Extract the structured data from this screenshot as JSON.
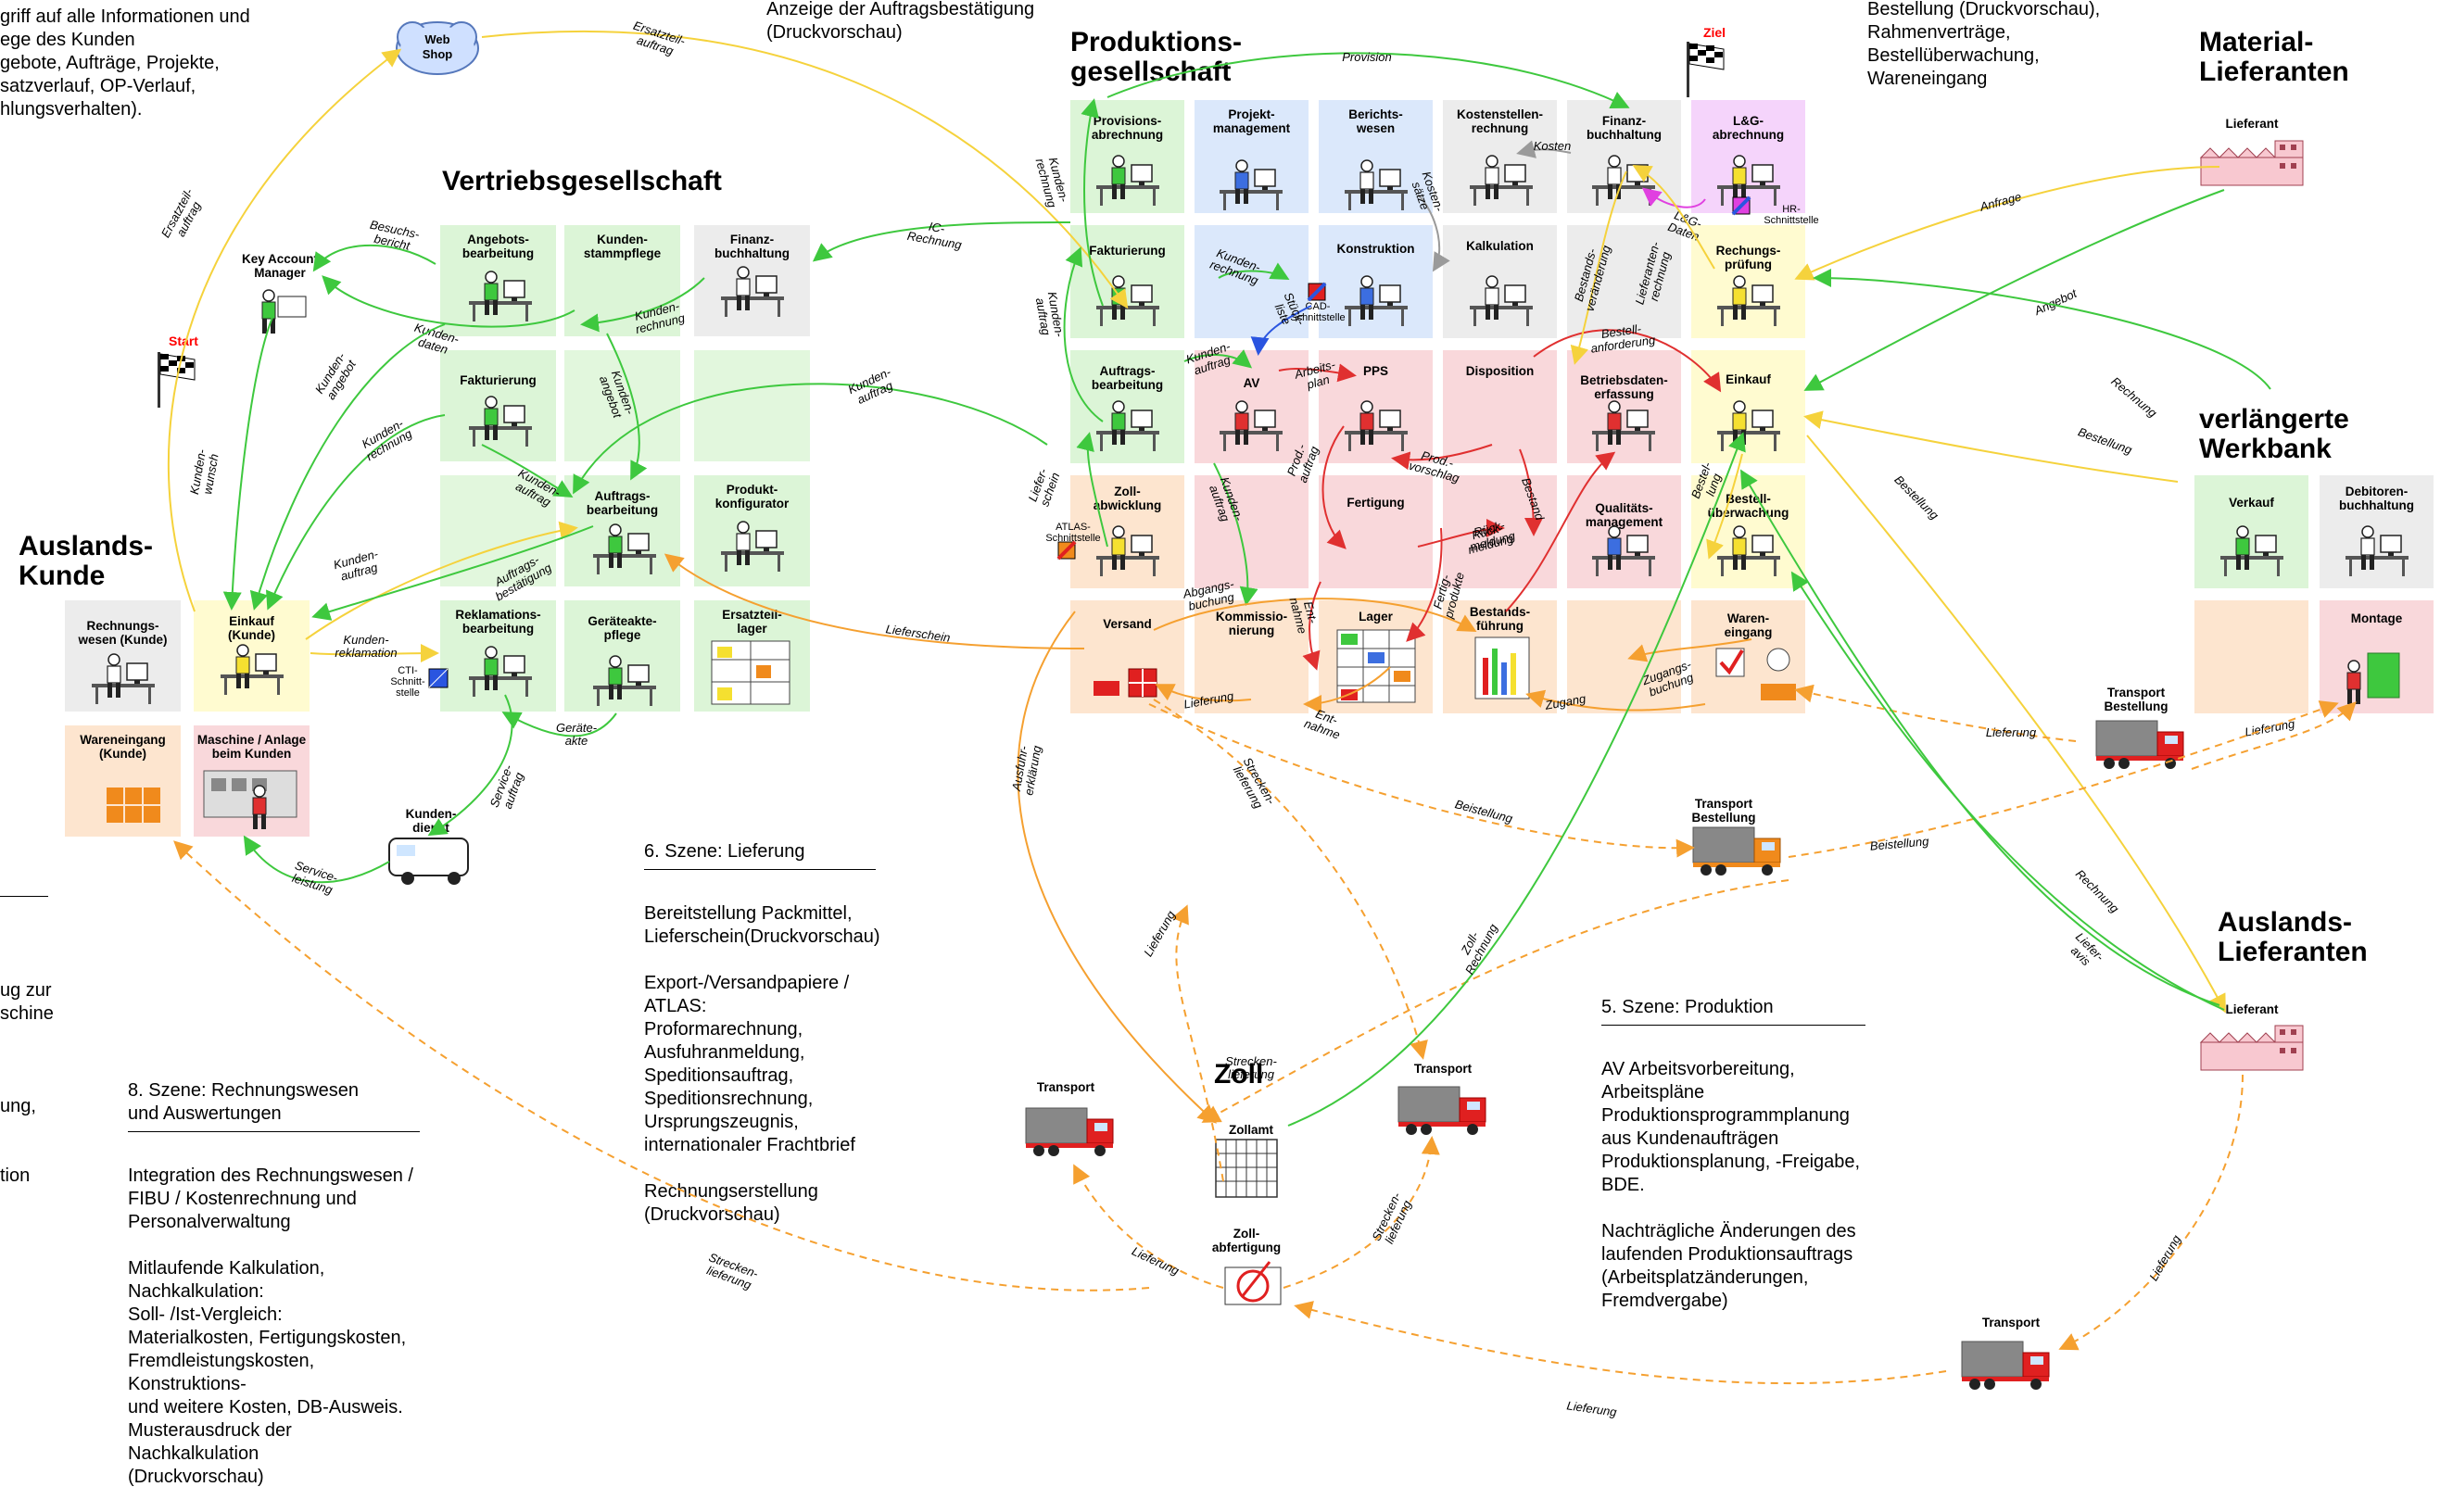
{
  "colors": {
    "green_arrow": "#3ec83e",
    "yellow_arrow": "#f5d23c",
    "orange_arrow": "#f5a030",
    "red_arrow": "#e03030",
    "grey_arrow": "#9a9a9a",
    "blue_arrow": "#2a55e0",
    "magenta_arrow": "#e040e0",
    "start_red": "#ff0000"
  },
  "groups": {
    "vertrieb": "Vertriebsgesellschaft",
    "produktion": "Produktions-\ngesellschaft",
    "material": "Material-\nLieferanten",
    "werkbank": "verlängerte\nWerkbank",
    "auslandskunde": "Auslands-\nKunde",
    "auslandslieferanten": "Auslands-\nLieferanten",
    "zoll": "Zoll"
  },
  "notes": {
    "top_left": "griff auf alle Informationen und\nege des Kunden\ngebote, Aufträge, Projekte,\nsatzverlauf, OP-Verlauf,\nhlungsverhalten).",
    "top_mid": "Anzeige der Auftragsbestätigung\n(Druckvorschau)",
    "top_right": "Bestellung (Druckvorschau),\nRahmenverträge,\nBestellüberwachung,\nWareneingang",
    "left_fragment": "ug zur\nschine\n\n\n\nung,\n\n\ntion",
    "szene6_title": "6. Szene: Lieferung",
    "szene6_body": "Bereitstellung Packmittel,\nLieferschein(Druckvorschau)\n\nExport-/Versandpapiere / ATLAS:\nProformarechnung,\nAusfuhranmeldung,\nSpeditionsauftrag,\nSpeditionsrechnung,\nUrsprungszeugnis,\ninternationaler Frachtbrief\n\nRechnungserstellung\n(Druckvorschau)",
    "szene8_title": "8. Szene: Rechnungswesen\nund Auswertungen",
    "szene8_body": "Integration des Rechnungswesen /\nFIBU / Kostenrechnung und\nPersonalverwaltung\n\nMitlaufende Kalkulation,\nNachkalkulation:\nSoll- /Ist-Vergleich:\nMaterialkosten, Fertigungskosten,\nFremdleistungskosten, Konstruktions-\nund weitere Kosten, DB-Ausweis.\nMusterausdruck der Nachkalkulation\n(Druckvorschau)",
    "szene5_title": "5. Szene: Produktion",
    "szene5_body": "AV Arbeitsvorbereitung,\nArbeitspläne\nProduktionsprogrammplanung\naus Kundenaufträgen\nProduktionsplanung, -Freigabe,\nBDE.\n\nNachträgliche Änderungen des\nlaufenden Produktionsauftrags\n(Arbeitsplatzänderungen,\nFremdvergabe)"
  },
  "markers": {
    "start": "Start",
    "ziel": "Ziel"
  },
  "tiles": {
    "angebot": "Angebots-\nbearbeitung",
    "kundenstamm": "Kunden-\nstammpflege",
    "fibu_v": "Finanz-\nbuchhaltung",
    "fakt_v": "Fakturierung",
    "auftrag_v": "Auftrags-\nbearbeitung",
    "produktkonf": "Produkt-\nkonfigurator",
    "reklamation": "Reklamations-\nbearbeitung",
    "geraeteakte": "Geräteakte-\npflege",
    "ersatzteil": "Ersatzteil-\nlager",
    "rechnungswesen_k": "Rechnungs-\nwesen (Kunde)",
    "einkauf_k": "Einkauf\n(Kunde)",
    "wareneingang_k": "Wareneingang\n(Kunde)",
    "maschine_k": "Maschine / Anlage\nbeim Kunden",
    "provision": "Provisions-\nabrechnung",
    "projekt": "Projekt-\nmanagement",
    "bericht": "Berichts-\nwesen",
    "kostenstellen": "Kostenstellen-\nrechnung",
    "fibu_p": "Finanz-\nbuchhaltung",
    "lg": "L&G-\nabrechnung",
    "fakt_p": "Fakturierung",
    "konstruktion": "Konstruktion",
    "kalkulation": "Kalkulation",
    "rechpruef": "Rechungs-\nprüfung",
    "auftrag_p": "Auftrags-\nbearbeitung",
    "av": "AV",
    "pps": "PPS",
    "dispo": "Disposition",
    "bde": "Betriebsdaten-\nerfassung",
    "einkauf_p": "Einkauf",
    "zoll_abw": "Zoll-\nabwicklung",
    "fertigung": "Fertigung",
    "qm": "Qualitäts-\nmanagement",
    "bestell": "Bestell-\nüberwachung",
    "versand": "Versand",
    "kommission": "Kommissio-\nnierung",
    "lager": "Lager",
    "bestandsf": "Bestands-\nführung",
    "wareneingang_p": "Waren-\neingang",
    "verkauf_w": "Verkauf",
    "debitoren_w": "Debitoren-\nbuchhaltung",
    "montage_w": "Montage"
  },
  "free_labels": {
    "kam": "Key Account\nManager",
    "webshop": "Web\nShop",
    "kundendienst": "Kunden-\ndienst",
    "cti": "CTI-\nSchnitt-\nstelle",
    "cad": "CAD-\nSchnittstelle",
    "atlas": "ATLAS-\nSchnittstelle",
    "hr": "HR-\nSchnittstelle",
    "lieferant_m": "Lieferant",
    "lieferant_a": "Lieferant",
    "transport_best1": "Transport\nBestellung",
    "transport_best2": "Transport\nBestellung",
    "transport_l": "Transport",
    "transport_m": "Transport",
    "transport_r": "Transport",
    "zollamt": "Zollamt",
    "zollabf": "Zoll-\nabfertigung"
  },
  "arrow_labels": {
    "ersatzteilauftrag": "Ersatzteil-\nauftrag",
    "ersatzteilauftrag2": "Ersatzteil-\nauftrag",
    "besuchsbericht": "Besuchs-\nbericht",
    "kundendaten": "Kunden-\ndaten",
    "kundenrechnung_v": "Kunden-\nrechnung",
    "kundenangebot": "Kunden-\nangebot",
    "kundenangebot2": "Kunden-\nangebot",
    "kundenrechnung2": "Kunden-\nrechnung",
    "kundenwunsch": "Kunden-\nwunsch",
    "kundenauftrag_a": "Kunden-\nauftrag",
    "kundenauftrag_b": "Kunden-\nauftrag",
    "kundenauftrag_c": "Kunden-\nauftrag",
    "auftragsbest": "Auftrags-\nbestätigung",
    "kundenreklamation": "Kunden-\nreklamation",
    "geraeteakte": "Geräte-\nakte",
    "serviceauftrag": "Service-\nauftrag",
    "serviceleistung": "Service-\nleistung",
    "ic_rechnung": "IC-\nRechnung",
    "lieferschein_v": "Lieferschein",
    "provision": "Provision",
    "kosten": "Kosten",
    "kostensaetze": "Kosten-\nsätze",
    "lg_daten": "L&G-\nDaten",
    "kundenrechnung_p1": "Kunden-\nrechnung",
    "kundenrechnung_p2": "Kunden-\nrechnung",
    "kundenauftrag_p": "Kunden-\nauftrag",
    "kundenauftrag_p2": "Kunden-\nauftrag",
    "stueckliste": "Stück-\nliste",
    "arbeitsplan": "Arbeits-\nplan",
    "bestellanforderung": "Bestell-\nanforderung",
    "bestandsveraenderung": "Bestands-\nveränderung",
    "lieferantenrechnung": "Lieferanten-\nrechnung",
    "prodauftrag": "Prod.-\nauftrag",
    "prodvorschlag": "Prod.-\nvorschlag",
    "rueckmeldung": "Rück-\nmeldung",
    "bestand": "Bestand",
    "bestellung_e": "Bestel-\nlung",
    "lieferschein_p": "Liefer-\nschein",
    "kundenauftrag_k": "Kunden-\nauftrag",
    "abgangsbuchung": "Abgangs-\nbuchung",
    "entnahme1": "Ent-\nnahme",
    "entnahme2": "Ent-\nnahme",
    "fertigprodukte": "Fertig-\nprodukte",
    "lieferung_v": "Lieferung",
    "zugang": "Zugang",
    "zugangsbuchung": "Zugangs-\nbuchung",
    "anfrage": "Anfrage",
    "angebot": "Angebot",
    "rechnung_w": "Rechnung",
    "bestellung_w": "Bestellung",
    "bestellung_a": "Bestellung",
    "lieferung_w1": "Lieferung",
    "lieferung_w2": "Lieferung",
    "beistellung1": "Beistellung",
    "beistellung2": "Beistellung",
    "streckenlieferung1": "Strecken-\nlieferung",
    "streckenlieferung2": "Strecken-\nlieferung",
    "streckenlieferung3": "Strecken-\nlieferung",
    "ausfuhrerklaerung": "Ausfuhr-\nerklärung",
    "lieferung_z1": "Lieferung",
    "lieferung_z2": "Lieferung",
    "lieferung_a": "Lieferung",
    "lieferung_b": "Lieferung",
    "zollrechnung": "Zoll-\nRechnung",
    "rechnung_a": "Rechnung",
    "lieferavis": "Liefer-\navis"
  }
}
